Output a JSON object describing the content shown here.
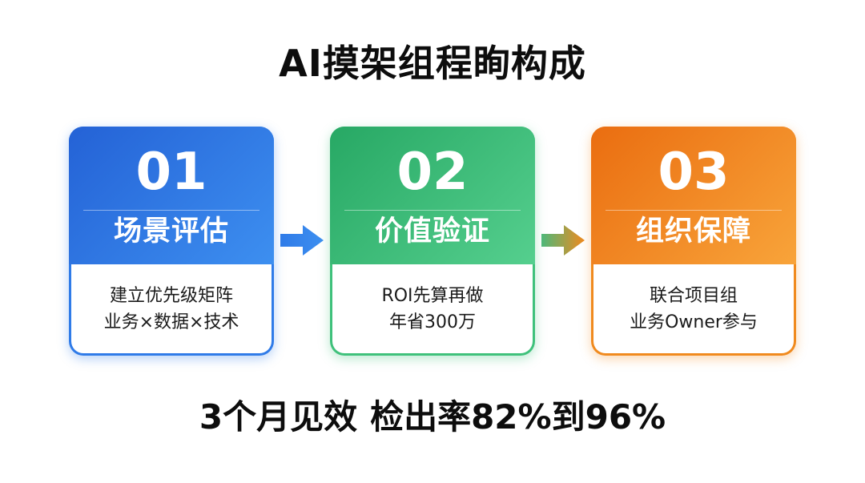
{
  "title": "AI摸架组程眴构成",
  "steps": [
    {
      "number": "01",
      "heading": "场景评估",
      "lines": [
        "建立优先级矩阵",
        "业务×数据×技术"
      ],
      "color": "#2f7be8"
    },
    {
      "number": "02",
      "heading": "价值验证",
      "lines": [
        "ROI先算再做",
        "年省300万"
      ],
      "color": "#3fc17b"
    },
    {
      "number": "03",
      "heading": "组织保障",
      "lines": [
        "联合项目组",
        "业务Owner参与"
      ],
      "color": "#f08a1e"
    }
  ],
  "arrows": [
    {
      "icon": "arrow-right-icon",
      "colors": [
        "#2f7be8",
        "#3d8ff0"
      ]
    },
    {
      "icon": "arrow-right-icon",
      "colors": [
        "#4db87a",
        "#f08a1e"
      ]
    }
  ],
  "footer": {
    "part1": "3个月见效",
    "part2": "检出率82%到96%"
  }
}
